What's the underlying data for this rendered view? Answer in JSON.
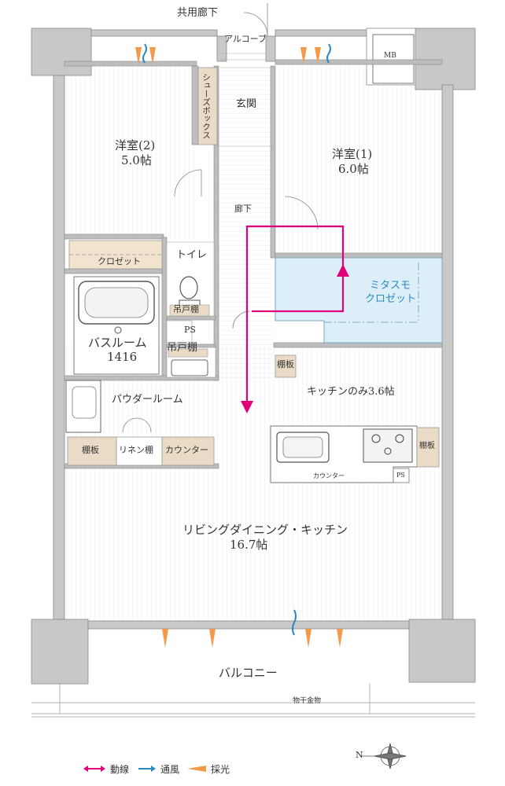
{
  "rooms": {
    "corridor_shared": "共用廊下",
    "alcove": "アルコーブ",
    "mb": "MB",
    "shoe_box": "シューズボックス",
    "entrance": "玄関",
    "western2_name": "洋室(2)",
    "western2_size": "5.0帖",
    "western1_name": "洋室(1)",
    "western1_size": "6.0帖",
    "hallway": "廊下",
    "closet": "クロゼット",
    "toilet": "トイレ",
    "hanging_shelf_1": "吊戸棚",
    "ps_1": "PS",
    "bathroom_name": "バスルーム",
    "bathroom_size": "1416",
    "hanging_shelf_2": "吊戸棚",
    "mitasumo_1": "ミタスモ",
    "mitasumo_2": "クロゼット",
    "shelf_kitchen": "棚板",
    "kitchen_only": "キッチンのみ3.6帖",
    "powder_room": "パウダールーム",
    "shelf_1": "棚板",
    "linen_shelf": "リネン棚",
    "counter_1": "カウンター",
    "shelf_2": "棚板",
    "counter_2": "カウンター",
    "ps_2": "PS",
    "ldk_name": "リビングダイニング・キッチン",
    "ldk_size": "16.7帖",
    "balcony": "バルコニー",
    "dryer": "物干金物"
  },
  "compass": {
    "label": "N"
  },
  "legend": [
    {
      "label": "動線",
      "color": "#e0007a",
      "icon": "double-arrow-icon"
    },
    {
      "label": "通風",
      "color": "#2a8ac0",
      "icon": "wind-icon"
    },
    {
      "label": "採光",
      "color": "#f29a4a",
      "icon": "light-icon"
    }
  ],
  "colors": {
    "wall": "#c8c8c8",
    "wall_dark": "#9a9a9a",
    "floor_line": "#d6d6d6",
    "closet_fill": "#f2e3cf",
    "storage_fill": "#eadbc7",
    "mitasumo_fill": "#dceff8",
    "path": "#e0007a"
  }
}
